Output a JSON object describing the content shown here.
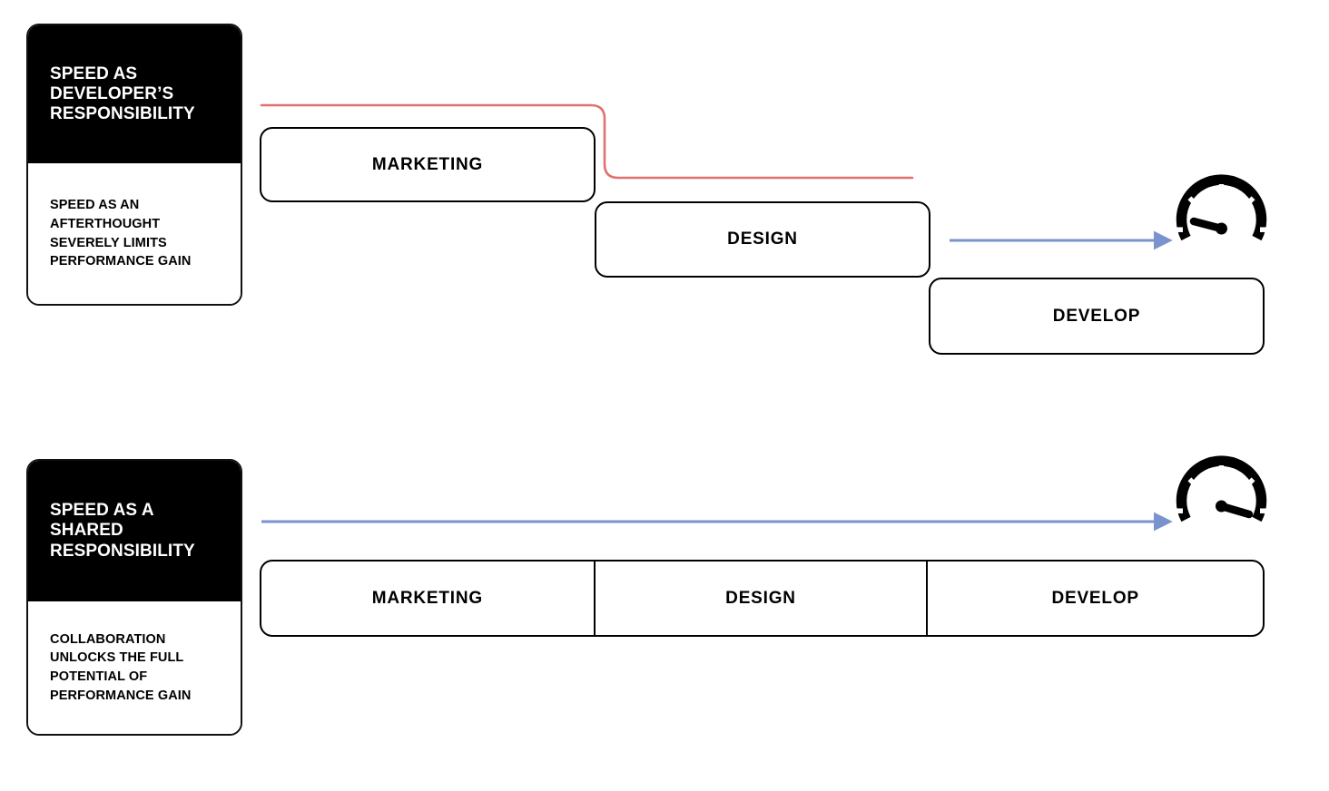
{
  "diagram": {
    "title": "Speed as developer's responsibility vs shared responsibility",
    "colors": {
      "accent_red": "#e2706e",
      "accent_blue": "#7a93ce",
      "ink": "#000000",
      "paper": "#ffffff"
    }
  },
  "sections": [
    {
      "id": "developer-responsibility",
      "card": {
        "heading": "SPEED AS\nDEVELOPER’S\nRESPONSIBILITY",
        "body": "SPEED AS AN\nAFTERTHOUGHT\nSEVERELY LIMITS\nPERFORMANCE GAIN"
      },
      "stages": [
        {
          "label": "MARKETING"
        },
        {
          "label": "DESIGN"
        },
        {
          "label": "DEVELOP"
        }
      ],
      "connectors": [
        {
          "name": "red-step-line",
          "color": "#e2706e",
          "style": "stepped"
        },
        {
          "name": "blue-arrow",
          "color": "#7a93ce",
          "style": "arrow"
        }
      ],
      "gauge": {
        "name": "speedometer-icon",
        "needle": "low",
        "ticks": 5
      }
    },
    {
      "id": "shared-responsibility",
      "card": {
        "heading": "SPEED AS A\nSHARED\nRESPONSIBILITY",
        "body": "COLLABORATION\nUNLOCKS THE FULL\nPOTENTIAL OF\nPERFORMANCE GAIN"
      },
      "stages": [
        {
          "label": "MARKETING"
        },
        {
          "label": "DESIGN"
        },
        {
          "label": "DEVELOP"
        }
      ],
      "connectors": [
        {
          "name": "blue-arrow",
          "color": "#7a93ce",
          "style": "arrow"
        }
      ],
      "gauge": {
        "name": "speedometer-icon",
        "needle": "high",
        "ticks": 5
      }
    }
  ]
}
